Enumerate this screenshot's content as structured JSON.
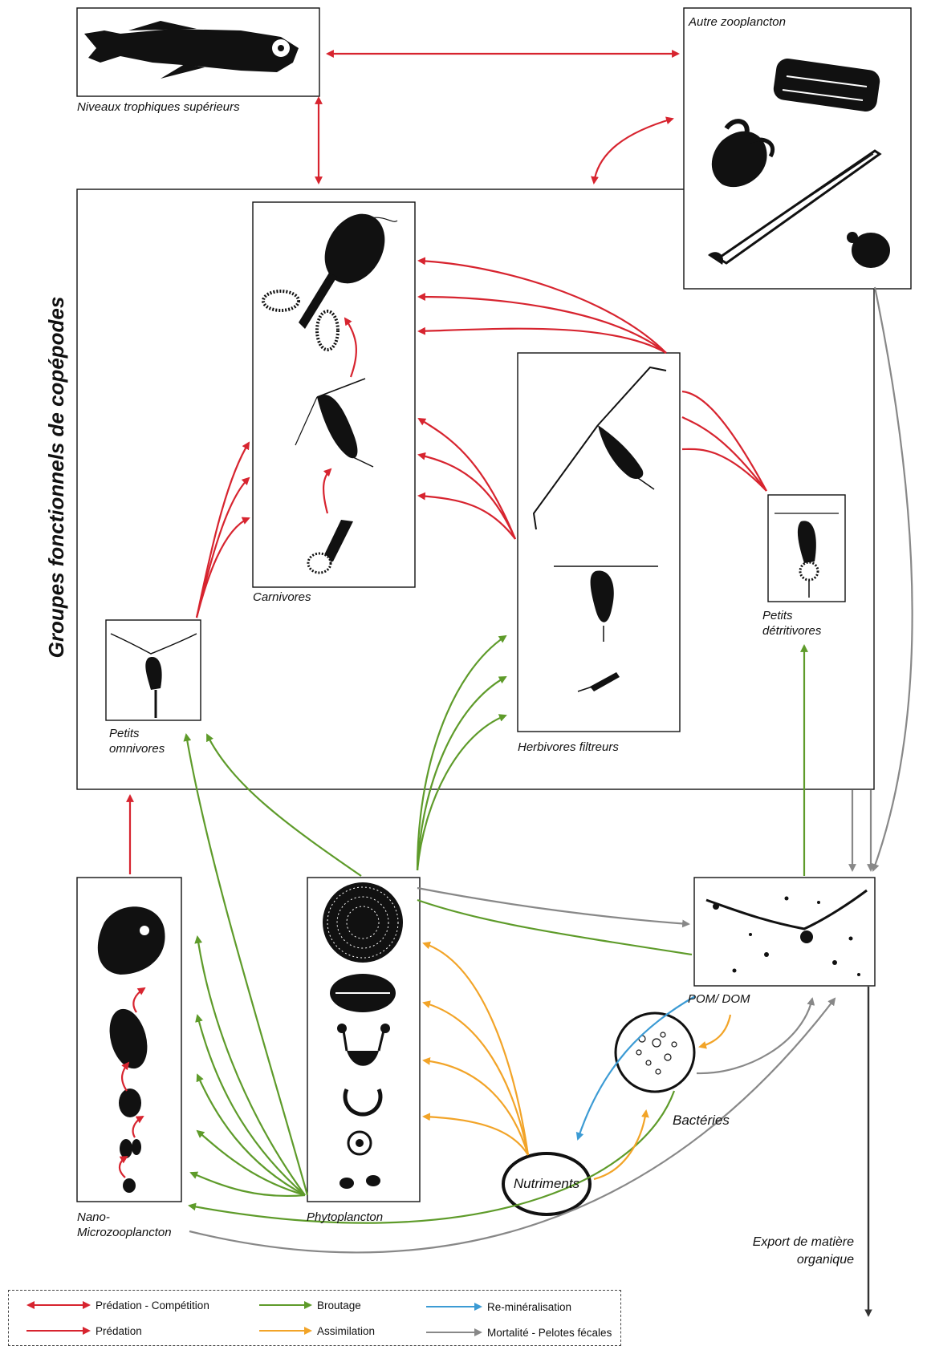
{
  "labels": {
    "top_predators": "Niveaux trophiques supérieurs",
    "other_zoo": "Autre zooplancton",
    "group_title": "Groupes fonctionnels de copépodes",
    "carnivores": "Carnivores",
    "small_omni_1": "Petits",
    "small_omni_2": "omnivores",
    "herbivores": "Herbivores filtreurs",
    "small_detri_1": "Petits",
    "small_detri_2": "détritivores",
    "nano_1": "Nano-",
    "nano_2": "Microzooplancton",
    "phyto": "Phytoplancton",
    "pom": "POM/ DOM",
    "bacteria": "Bactéries",
    "nutrients": "Nutriments",
    "export_1": "Export de matière",
    "export_2": "organique"
  },
  "legend": [
    {
      "label": "Prédation - Compétition",
      "color": "#d7242f",
      "double": true
    },
    {
      "label": "Broutage",
      "color": "#5e9b2a",
      "double": false
    },
    {
      "label": "Re-minéralisation",
      "color": "#3c9bd4",
      "double": false
    },
    {
      "label": "Prédation",
      "color": "#d7242f",
      "double": false
    },
    {
      "label": "Assimilation",
      "color": "#f2a428",
      "double": false
    },
    {
      "label": "Mortalité - Pelotes fécales",
      "color": "#888888",
      "double": false
    }
  ],
  "colors": {
    "predation": "#d7242f",
    "grazing": "#5e9b2a",
    "remineralisation": "#3c9bd4",
    "assimilation": "#f2a428",
    "mortality": "#888888"
  },
  "icons": [
    "fish-icon",
    "pteropod-icon",
    "salp-icon",
    "chaetognath-icon",
    "cladoceran-icon",
    "copepod-icon",
    "diatom-icon",
    "dinoflagellate-icon",
    "ciliate-icon",
    "bacteria-icon",
    "detritus-icon"
  ]
}
